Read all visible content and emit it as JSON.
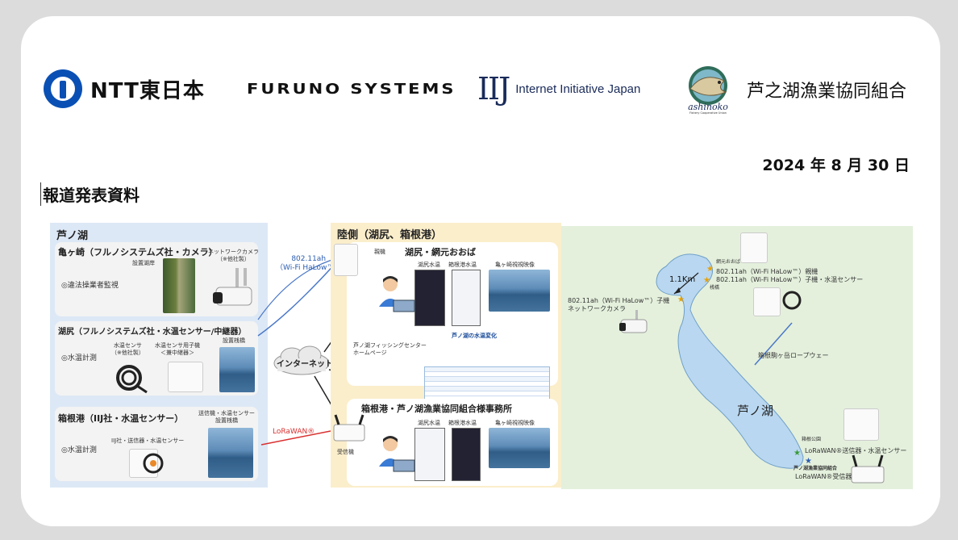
{
  "logos": {
    "ntt": "NTT東日本",
    "furuno": "FURUNO SYSTEMS",
    "iij_mark": "IIJ",
    "iij": "Internet Initiative Japan",
    "ashinoko_mark": "ashinoko",
    "ashinoko_sub": "Fishery Cooperative Union",
    "ashinoko": "芦之湖漁業協同組合"
  },
  "date": "2024 年 8 月 30 日",
  "doc_label": "報道発表資料",
  "diagram": {
    "left": {
      "title": "芦ノ湖",
      "box1": {
        "title": "亀ヶ崎（フルノシステムズ社・カメラ）",
        "item": "◎違法操業者監視",
        "tag_camera": "ネットワークカメラ\n（※他社製）",
        "tag_site": "設置湖岸"
      },
      "box2": {
        "title": "湖尻（フルノシステムズ社・水温センサー/中継器）",
        "item": "◎水温計測",
        "tag_sensor": "水温センサ\n（※他社製）",
        "tag_relay": "水温センサ用子機\n＜兼中継器＞",
        "tag_site": "設置桟橋"
      },
      "box3": {
        "title": "箱根港（IIJ社・水温センサー）",
        "item": "◎水温計測",
        "tag_tx": "IIJ社・送信器・水温センサー",
        "tag_site": "送信機・水温センサー\n設置桟橋"
      }
    },
    "links": {
      "wifi": "802.11ah\n（Wi-Fi HaLow™）",
      "internet": "インターネット",
      "lora": "LoRaWAN®",
      "receiver": "受信機",
      "master": "親機"
    },
    "mid": {
      "title": "陸側（湖尻、箱根港）",
      "box1": {
        "title": "湖尻・網元おおば",
        "screen1": "湖尻水温",
        "screen2": "箱根港水温",
        "screen3": "亀ヶ崎視視映像",
        "hp_label": "芦ノ湖フィッシングセンター\nホームページ",
        "hp_title": "芦ノ湖の水温変化"
      },
      "box2": {
        "title": "箱根港・芦ノ湖漁業協同組合様事務所",
        "screen1": "湖尻水温",
        "screen2": "箱根港水温",
        "screen3": "亀ヶ崎視視映像"
      }
    },
    "map": {
      "lake": "芦ノ湖",
      "distance": "1.1Km",
      "ohba": "網元おおば",
      "master_line1": "802.11ah（Wi-Fi HaLow™）親機",
      "master_line2": "802.11ah（Wi-Fi HaLow™）子機・水温センサー",
      "pier": "桟橋",
      "child_camera": "802.11ah（Wi-Fi HaLow™）子機\nネットワークカメラ",
      "ropeway": "箱根駒ヶ岳ロープウェー",
      "park": "箱根公園",
      "lora_tx": "LoRaWAN®送信器・水温センサー",
      "union": "芦ノ湖漁業協同組合",
      "lora_rx": "LoRaWAN®受信器"
    }
  },
  "colors": {
    "ntt_blue": "#0a50b4",
    "iij_red": "#c8102e",
    "left_panel": "#dde8f6",
    "mid_panel": "#fbeecb",
    "map_panel": "#e4f0dc",
    "lake": "#b9d7f0",
    "wifi_line": "#4a78c8",
    "lora_line": "#d93030"
  }
}
